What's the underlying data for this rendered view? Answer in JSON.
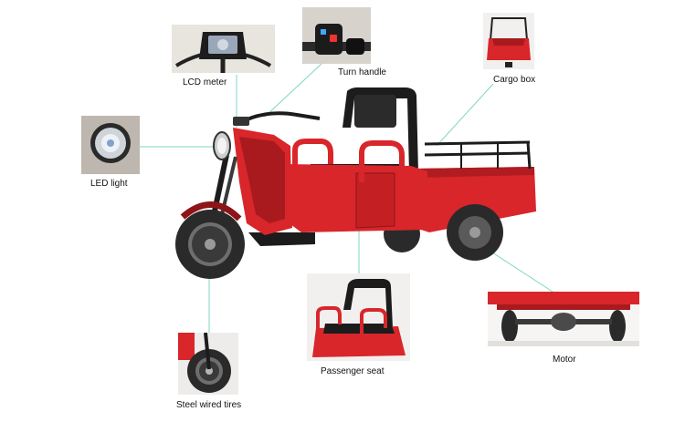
{
  "callouts": [
    {
      "id": "lcd-meter",
      "label": "LCD meter"
    },
    {
      "id": "turn-handle",
      "label": "Turn handle"
    },
    {
      "id": "cargo-box",
      "label": "Cargo box"
    },
    {
      "id": "led-light",
      "label": "LED light"
    },
    {
      "id": "passenger-seat",
      "label": "Passenger seat"
    },
    {
      "id": "motor",
      "label": "Motor"
    },
    {
      "id": "steel-wired-tires",
      "label": "Steel wired tires"
    }
  ],
  "colors": {
    "leader_line": "#7fd6c4",
    "body_red": "#d8262b",
    "dark_red": "#8e1418",
    "frame_black": "#1c1c1c",
    "tire": "#2a2a2a",
    "rim": "#9a9a9a"
  }
}
